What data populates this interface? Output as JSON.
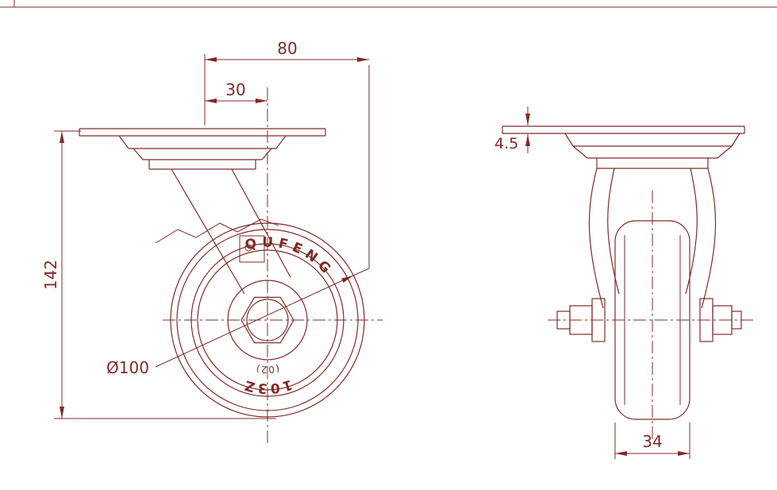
{
  "colors": {
    "line": "#7f2b27",
    "background": "#ffffff"
  },
  "front_view": {
    "dim_top_width": "80",
    "dim_offset": "30",
    "dim_overall_height": "142",
    "dim_wheel_diameter": "Ø100",
    "wheel_brand": "QUFENG",
    "wheel_model": "103Z",
    "wheel_variant": "(02)"
  },
  "side_view": {
    "dim_plate_thickness": "4.5",
    "dim_wheel_width": "34"
  }
}
